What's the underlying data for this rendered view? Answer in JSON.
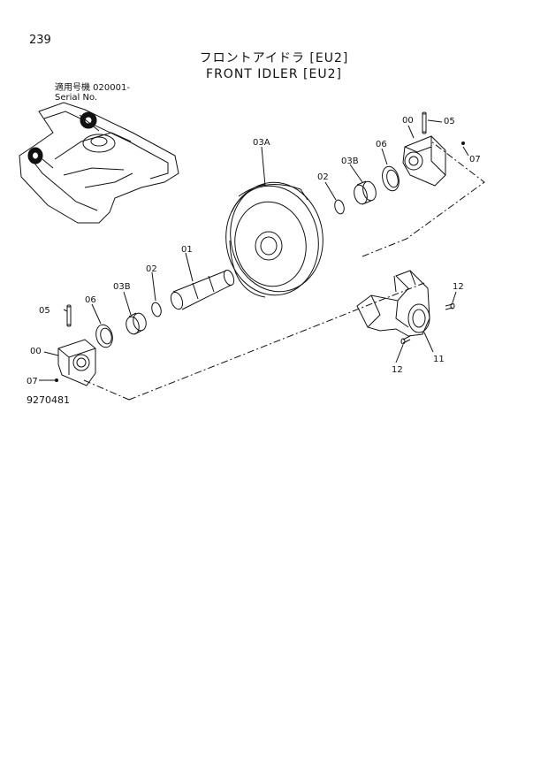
{
  "page_number": "239",
  "title_jp": "フロントアイドラ [EU2]",
  "title_en": "FRONT IDLER [EU2]",
  "serial_label_jp": "適用号機  020001-",
  "serial_label_en": "Serial No.",
  "drawing_number": "9270481",
  "callouts": {
    "c00_top": "00",
    "c05_top": "05",
    "c07_top": "07",
    "c03A": "03A",
    "c06_top": "06",
    "c03B_top": "03B",
    "c02_top": "02",
    "c01": "01",
    "c02_bottom": "02",
    "c03B_bottom": "03B",
    "c06_bottom": "06",
    "c05_bottom": "05",
    "c00_bottom": "00",
    "c07_bottom": "07",
    "c12_right": "12",
    "c12_lower": "12",
    "c11": "11"
  }
}
